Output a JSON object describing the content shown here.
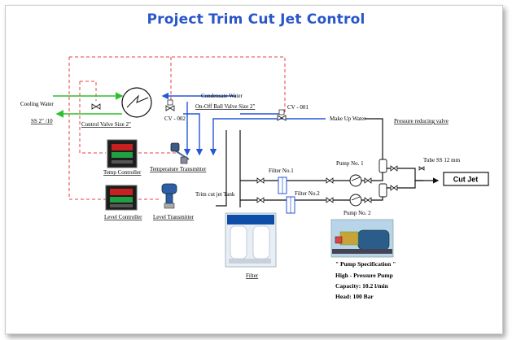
{
  "title": "Project Trim Cut Jet Control",
  "labels": {
    "cooling_water": "Cooling Water",
    "ss_pipe": "SS 2\" /10",
    "control_valve": "Control Valve Size 2\"",
    "condensate_water": "Condensate Water",
    "on_off_ball_valve": "On-Off Ball Valve  Size 2\"",
    "cv002": "CV - 002",
    "cv001": "CV - 001",
    "make_up_water": "Make Up Water",
    "pressure_reducing_valve": "Pressure  reducing  valve",
    "tube": "Tube SS 12 mm",
    "cut_jet": "Cut Jet",
    "pump1": "Pump No. 1",
    "pump2": "Pump No. 2",
    "filter1": "Filter No.1",
    "filter2": "Filter No.2",
    "tank": "Trim cut jet Tank",
    "temp_controller": "Temp Controller",
    "temp_transmitter": "Temperature Transmitter",
    "level_controller": "Level Controller",
    "level_transmitter": "Level Transmitter",
    "filter_caption": "Filter"
  },
  "pump_spec": {
    "heading": "\" Pump Specification \"",
    "type": "High - Pressure Pump",
    "capacity": "Capacity: 10.2 l/min",
    "head": "Head: 100 Bar"
  },
  "colors": {
    "title": "#2a56c8",
    "cooling_line": "#2fbf2f",
    "water_line": "#2456d8",
    "signal_line": "#e84040",
    "process_line": "#111111"
  },
  "icons": [
    "heat-exchanger-icon",
    "valve-icon",
    "pump-icon",
    "filter-icon",
    "controller-icon",
    "transmitter-icon"
  ]
}
